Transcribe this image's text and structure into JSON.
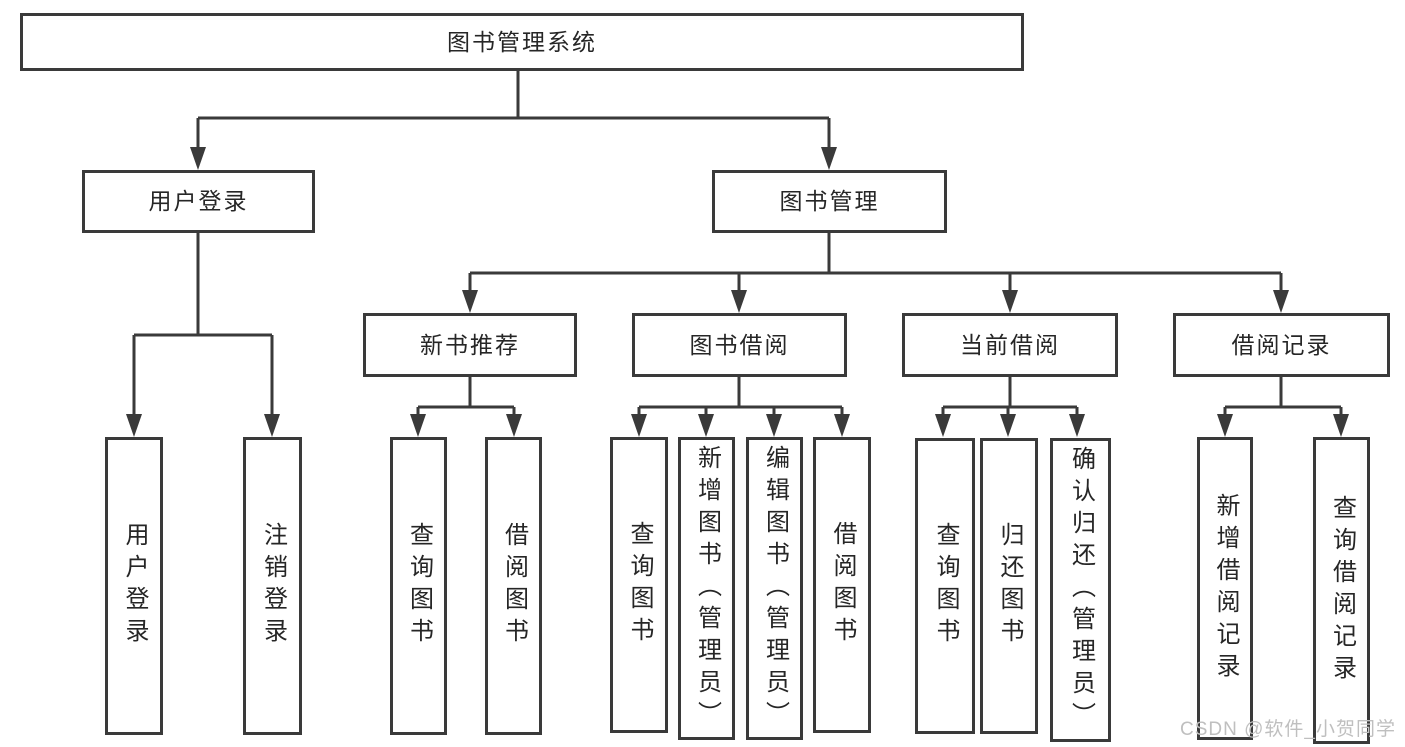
{
  "diagram": {
    "root": {
      "label": "图书管理系统"
    },
    "level2": {
      "user_login": {
        "label": "用户登录"
      },
      "book_mgmt": {
        "label": "图书管理"
      }
    },
    "level3": {
      "new_books": {
        "label": "新书推荐"
      },
      "borrowing": {
        "label": "图书借阅"
      },
      "current": {
        "label": "当前借阅"
      },
      "records": {
        "label": "借阅记录"
      }
    },
    "leaves": {
      "user_login": [
        "用户登录",
        "注销登录"
      ],
      "new_books": [
        "查询图书",
        "借阅图书"
      ],
      "borrowing": [
        "查询图书",
        "新增图书（管理员）",
        "编辑图书（管理员）",
        "借阅图书"
      ],
      "current": [
        "查询图书",
        "归还图书",
        "确认归还（管理员）"
      ],
      "records": [
        "新增借阅记录",
        "查询借阅记录"
      ]
    }
  },
  "watermark": {
    "text": "CSDN @软件_小贺同学"
  },
  "colors": {
    "line": "#3a3a3a",
    "text": "#262626",
    "box_bg": "#ffffff",
    "page_bg": "#ffffff",
    "watermark": "#bfbfbf"
  }
}
